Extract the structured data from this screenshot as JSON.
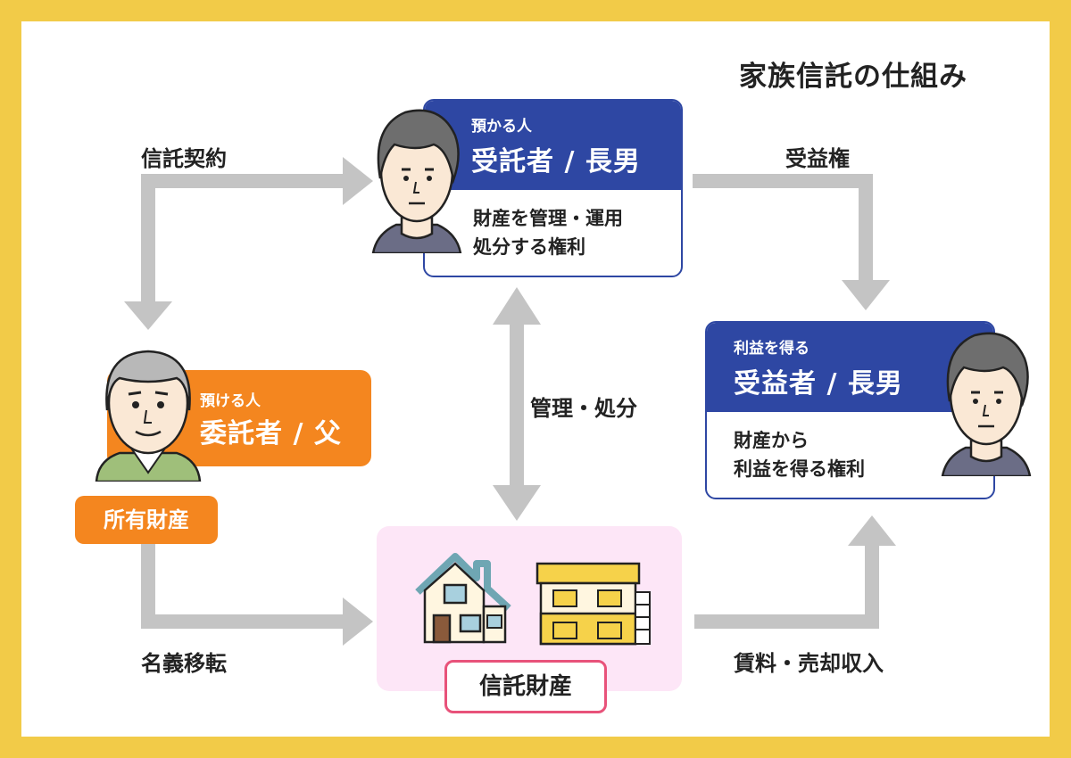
{
  "title": "家族信託の仕組み",
  "flows": {
    "contract": "信託契約",
    "beneficial_right": "受益権",
    "management": "管理・処分",
    "name_transfer": "名義移転",
    "income": "賃料・売却収入"
  },
  "trustee": {
    "role_sub": "預かる人",
    "role_main": "受託者 / 長男",
    "desc_line1": "財産を管理・運用",
    "desc_line2": "処分する権利"
  },
  "settlor": {
    "role_sub": "預ける人",
    "role_main": "委託者 / 父",
    "asset_tag": "所有財産"
  },
  "beneficiary": {
    "role_sub": "利益を得る",
    "role_main": "受益者 / 長男",
    "desc_line1": "財産から",
    "desc_line2": "利益を得る権利"
  },
  "trust_property": {
    "label": "信託財産"
  },
  "colors": {
    "frame": "#f2cb48",
    "navy": "#2e47a3",
    "orange": "#f4861f",
    "pink_bg": "#fde6f7",
    "pink_border": "#e8527a",
    "arrow": "#c4c4c4"
  }
}
